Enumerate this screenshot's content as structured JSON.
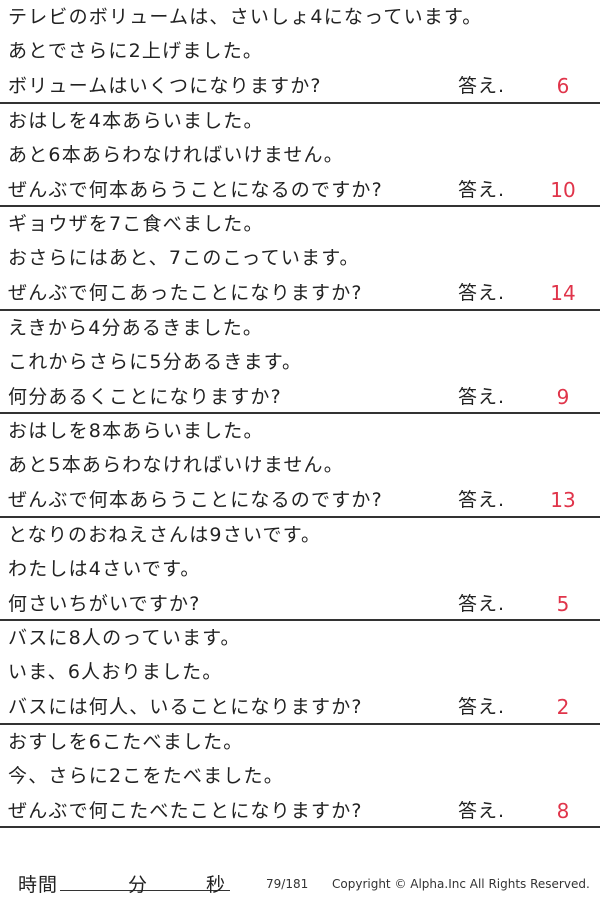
{
  "colors": {
    "answer": "#e0344a",
    "text": "#222222",
    "rule": "#333333"
  },
  "answer_label": "答え.",
  "problems": [
    {
      "lines": [
        "テレビのボリュームは、さいしょ4になっています。",
        "あとでさらに2上げました。",
        "ボリュームはいくつになりますか?"
      ],
      "answer": "6"
    },
    {
      "lines": [
        "おはしを4本あらいました。",
        "あと6本あらわなければいけません。",
        "ぜんぶで何本あらうことになるのですか?"
      ],
      "answer": "10"
    },
    {
      "lines": [
        "ギョウザを7こ食べました。",
        "おさらにはあと、7このこっています。",
        "ぜんぶで何こあったことになりますか?"
      ],
      "answer": "14"
    },
    {
      "lines": [
        "えきから4分あるきました。",
        "これからさらに5分あるきます。",
        "何分あるくことになりますか?"
      ],
      "answer": "9"
    },
    {
      "lines": [
        "おはしを8本あらいました。",
        "あと5本あらわなければいけません。",
        "ぜんぶで何本あらうことになるのですか?"
      ],
      "answer": "13"
    },
    {
      "lines": [
        "となりのおねえさんは9さいです。",
        "わたしは4さいです。",
        "何さいちがいですか?"
      ],
      "answer": "5"
    },
    {
      "lines": [
        "バスに8人のっています。",
        "いま、6人おりました。",
        "バスには何人、いることになりますか?"
      ],
      "answer": "2"
    },
    {
      "lines": [
        "おすしを6こたべました。",
        "今、さらに2こをたべました。",
        "ぜんぶで何こたべたことになりますか?"
      ],
      "answer": "8"
    }
  ],
  "footer": {
    "time_label": "時間",
    "minutes_label": "分",
    "seconds_label": "秒",
    "page": "79/181",
    "copyright": "Copyright © Alpha.Inc All Rights Reserved."
  }
}
